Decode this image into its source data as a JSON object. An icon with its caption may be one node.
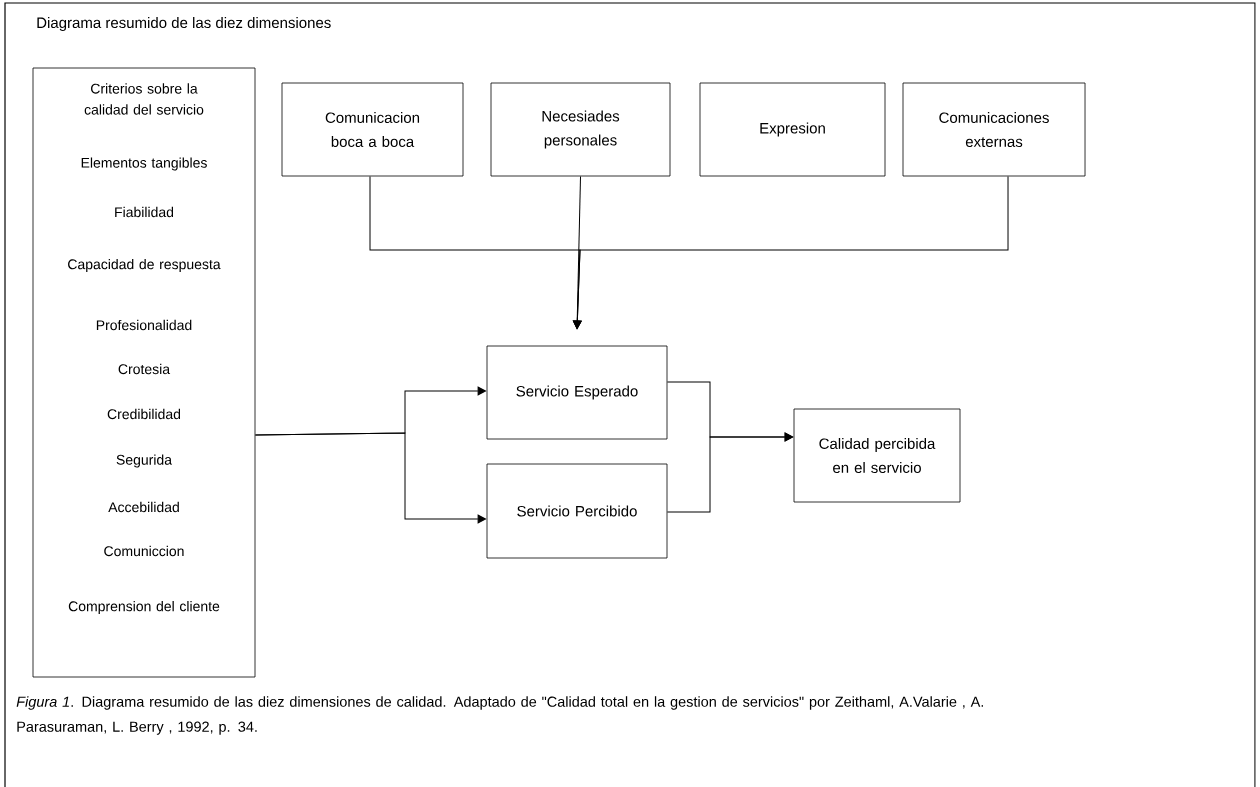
{
  "diagram": {
    "title": "Diagrama resumido de las diez dimensiones",
    "caption": "*Figura 1*. Diagrama resumido de las diez dimensiones de calidad. Adaptado de \"Calidad total en la gestion de servicios\" por Zeithaml, A.Valarie , A. Parasuraman, L. Berry , 1992, p. 34.",
    "nodes": [
      {
        "text": [
          "Criterios sobre la calidad del servicio",
          "Elementos tangibles",
          "Fiabilidad",
          "Capacidad de respuesta",
          "Profesionalidad",
          "Crotesia",
          "Credibilidad",
          "Segurida",
          "Accebilidad",
          "Comuniccion",
          "Comprension del cliente"
        ]
      },
      {
        "text": [
          "Comunicacion boca a boca"
        ]
      },
      {
        "text": [
          "Necesiades personales"
        ]
      },
      {
        "text": [
          "Expresion"
        ]
      },
      {
        "text": [
          "Comunicaciones externas"
        ]
      },
      {
        "text": [
          "Servicio Esperado"
        ]
      },
      {
        "text": [
          "Servicio Percibido"
        ]
      },
      {
        "text": [
          "Calidad percibida en el servicio"
        ]
      }
    ],
    "edges": [
      {
        "from": 1,
        "to": 5,
        "arrow": "to"
      },
      {
        "from": 2,
        "to": 5,
        "arrow": "to"
      },
      {
        "from": 4,
        "to": 5,
        "arrow": "to"
      },
      {
        "from": 0,
        "to": 5,
        "arrow": "to"
      },
      {
        "from": 0,
        "to": 6,
        "arrow": "to"
      },
      {
        "from": 5,
        "to": 7,
        "arrow": "to"
      },
      {
        "from": 6,
        "to": 7,
        "arrow": "to"
      }
    ]
  }
}
